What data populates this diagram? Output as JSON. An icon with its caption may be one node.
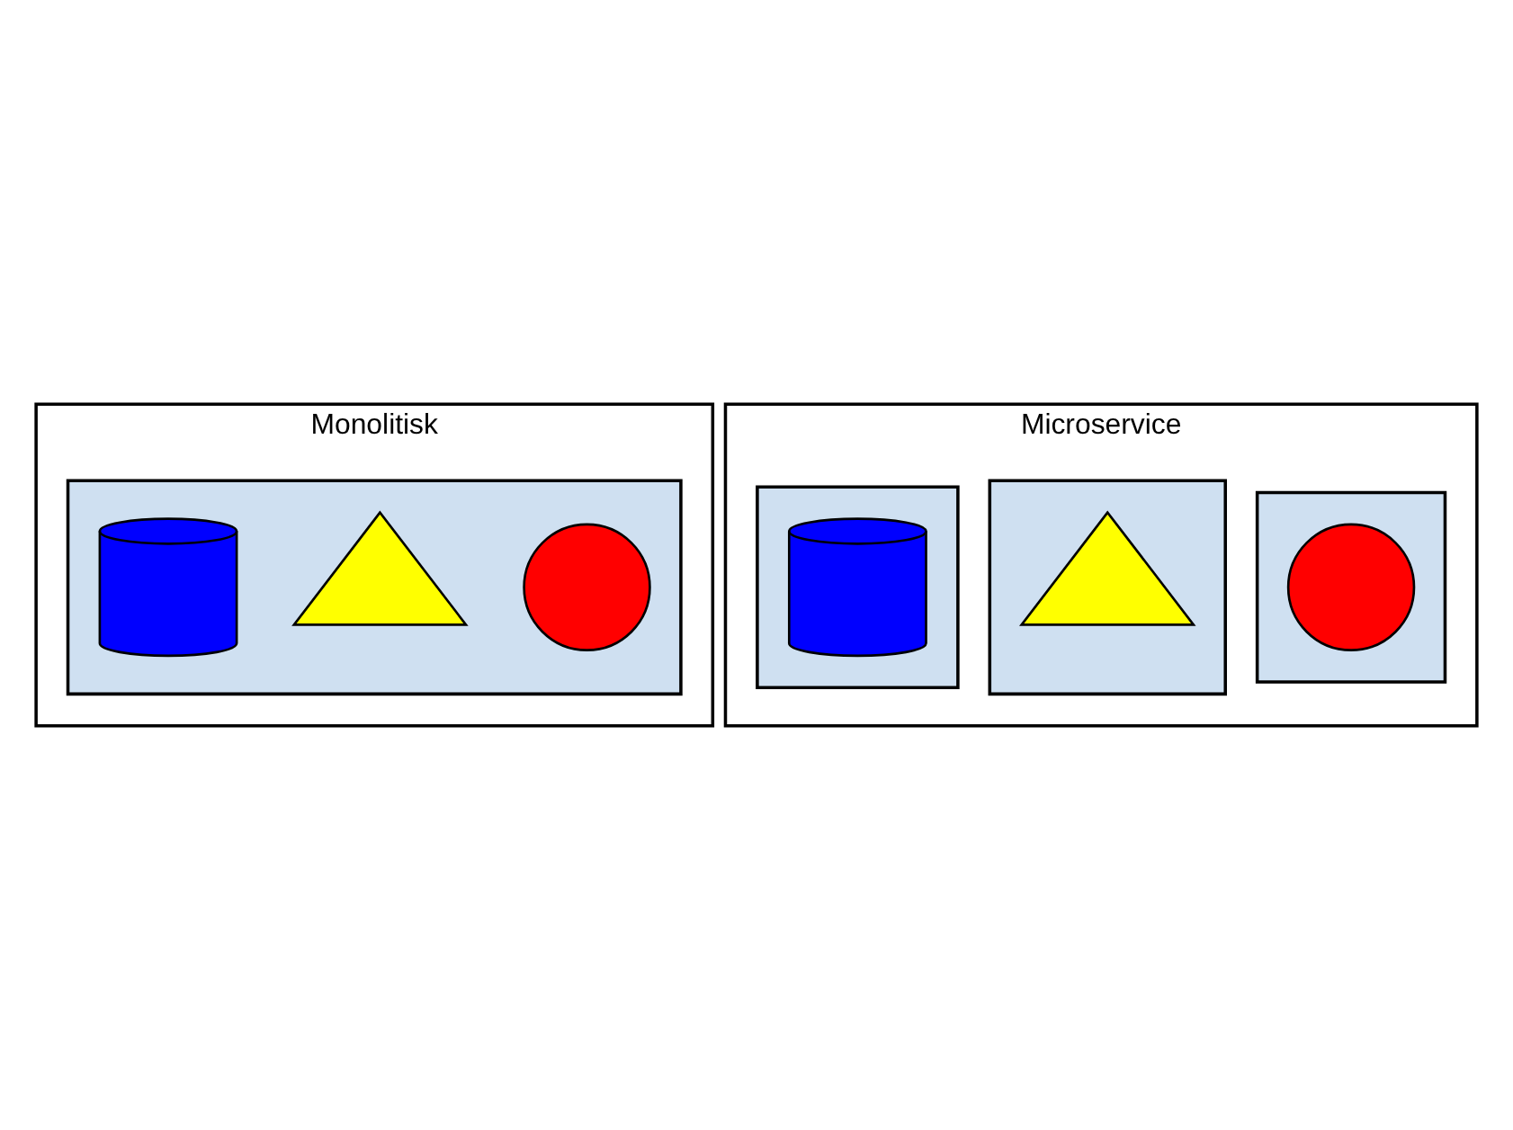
{
  "diagram": {
    "nodes": [
      {
        "text": [
          "Monolitisk"
        ]
      },
      {
        "text": [],
        "shape": "box",
        "in": 0
      },
      {
        "text": [],
        "shape": "circle",
        "in": 1
      },
      {
        "text": [],
        "shape": "triangle",
        "in": 1
      },
      {
        "text": [],
        "shape": "cylinder",
        "in": 1
      },
      {
        "text": [
          "Microservice"
        ]
      },
      {
        "text": [],
        "shape": "box",
        "in": 5
      },
      {
        "text": [],
        "shape": "circle",
        "in": 6
      },
      {
        "text": [],
        "shape": "box",
        "in": 5
      },
      {
        "text": [],
        "shape": "triangle",
        "in": 8
      },
      {
        "text": [],
        "shape": "box",
        "in": 5
      },
      {
        "text": [],
        "shape": "cylinder",
        "in": 10
      }
    ]
  }
}
